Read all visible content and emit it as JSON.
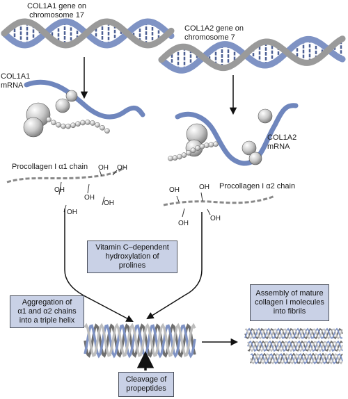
{
  "labels": {
    "gene1": [
      "COL1A1 gene on",
      "chromosome 17"
    ],
    "gene2": [
      "COL1A2 gene on",
      "chromosome 7"
    ],
    "mrna1": [
      "COL1A1",
      "mRNA"
    ],
    "mrna2": [
      "COL1A2",
      "mRNA"
    ],
    "chain1": "Procollagen I α1 chain",
    "chain2": "Procollagen I α2 chain",
    "oh": "OH"
  },
  "boxes": {
    "hydroxylation": [
      "Vitamin C–dependent",
      "hydroxylation of",
      "prolines"
    ],
    "aggregation": [
      "Aggregation of",
      "α1 and α2 chains",
      "into a triple helix"
    ],
    "assembly": [
      "Assembly of mature",
      "collagen I molecules",
      "into fibrils"
    ],
    "cleavage": [
      "Cleavage of",
      "propeptides"
    ]
  },
  "colors": {
    "dna_blue": "#7f93c4",
    "dna_gray": "#9a9a9a",
    "box_fill": "#c9d1e6",
    "mrna_blue": "#6f86bd",
    "helix_dark": "#6e6e6e",
    "helix_light": "#bdbdbd"
  }
}
